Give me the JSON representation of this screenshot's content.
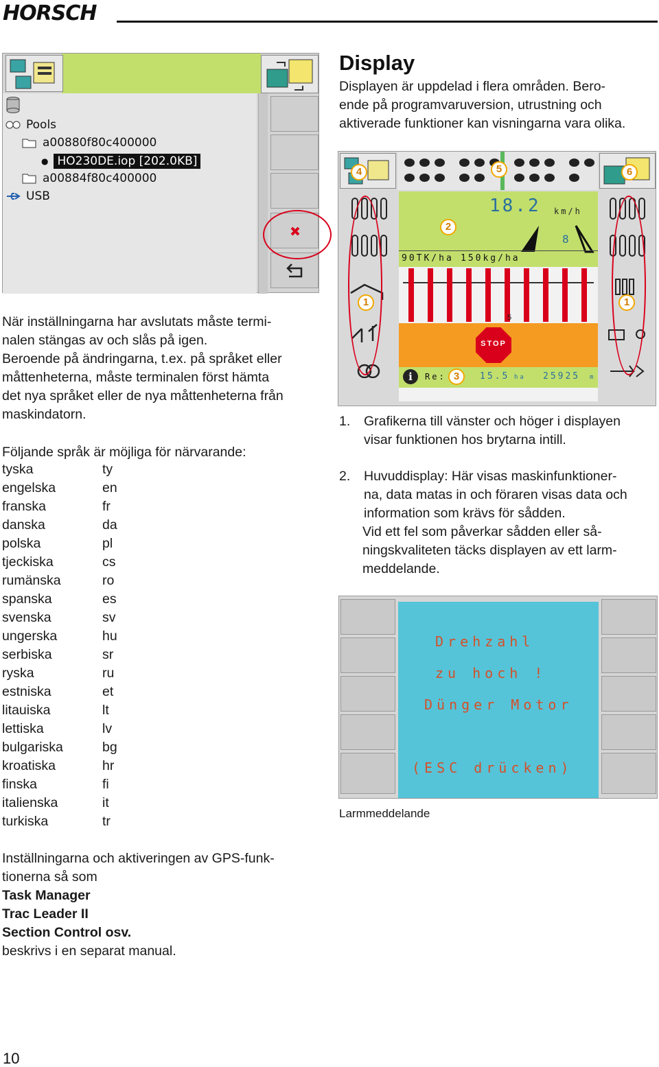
{
  "header": {
    "logo": "HORSCH"
  },
  "file_screen": {
    "pools_label": "Pools",
    "folder1": "a00880f80c400000",
    "selected_file": "HO230DE.iop [202.0KB]",
    "folder2": "a00884f80c400000",
    "usb_label": "USB"
  },
  "section": {
    "title": "Display",
    "intro_lines": [
      "Displayen är uppdelad i flera områden. Bero-",
      "ende på programvaruversion, utrustning och",
      "aktiverade funktioner kan visningarna vara olika."
    ]
  },
  "left_para_lines": [
    "När inställningarna har avslutats måste termi-",
    "nalen stängas av och slås på igen.",
    "Beroende på ändringarna, t.ex. på språket eller",
    "måttenheterna, måste terminalen först hämta",
    "det nya språket eller de nya måttenheterna från",
    "maskindatorn."
  ],
  "languages_intro": "Följande språk är möjliga för närvarande:",
  "languages": [
    {
      "name": "tyska",
      "code": "ty"
    },
    {
      "name": "engelska",
      "code": "en"
    },
    {
      "name": "franska",
      "code": "fr"
    },
    {
      "name": "danska",
      "code": "da"
    },
    {
      "name": "polska",
      "code": "pl"
    },
    {
      "name": "tjeckiska",
      "code": "cs"
    },
    {
      "name": "rumänska",
      "code": "ro"
    },
    {
      "name": "spanska",
      "code": "es"
    },
    {
      "name": "svenska",
      "code": "sv"
    },
    {
      "name": "ungerska",
      "code": "hu"
    },
    {
      "name": "serbiska",
      "code": "sr"
    },
    {
      "name": "ryska",
      "code": "ru"
    },
    {
      "name": "estniska",
      "code": "et"
    },
    {
      "name": "litauiska",
      "code": "lt"
    },
    {
      "name": "lettiska",
      "code": "lv"
    },
    {
      "name": "bulgariska",
      "code": "bg"
    },
    {
      "name": "kroatiska",
      "code": "hr"
    },
    {
      "name": "finska",
      "code": "fi"
    },
    {
      "name": "italienska",
      "code": "it"
    },
    {
      "name": "turkiska",
      "code": "tr"
    }
  ],
  "main_display": {
    "badges": [
      "4",
      "5",
      "6",
      "2",
      "1",
      "1",
      "3"
    ],
    "speed_value": "18.2",
    "speed_unit": "km/h",
    "small_value": "8",
    "rate1": "90TK/ha",
    "rate2": "150kg/ha",
    "bar_label": "5",
    "stop_label": "STOP",
    "info_prefix": "Re:",
    "area": "15.5",
    "area_unit": "ha",
    "distance": "25925",
    "distance_unit": "m"
  },
  "numbered_list": [
    {
      "num": "1.",
      "lines": [
        "Grafikerna till vänster och höger i displayen",
        "visar funktionen hos brytarna intill."
      ]
    },
    {
      "num": "2.",
      "lines": [
        "Huvuddisplay: Här visas maskinfunktioner-",
        "na, data matas in och föraren visas data och",
        "information som krävs för sådden."
      ]
    }
  ],
  "alarm_note_lines": [
    "Vid ett fel som påverkar sådden eller så-",
    "ningskvaliteten täcks displayen av ett larm-",
    "meddelande."
  ],
  "alarm": {
    "line1": "Drehzahl",
    "line2": "zu hoch !",
    "line3": "Dünger Motor",
    "line4": "(ESC drücken)",
    "caption": "Larmmeddelande"
  },
  "gps": {
    "line1": "Inställningarna och aktiveringen av GPS-funk-",
    "line2": "tionerna så som",
    "bold1": "Task Manager",
    "bold2": "Trac Leader II",
    "bold3": "Section Control osv.",
    "line3": "beskrivs i en separat manual."
  },
  "page_number": "10",
  "colors": {
    "display_green": "#c2df6c",
    "orange": "#f59b22",
    "alarm_cyan": "#56c4d8",
    "highlight_red": "#d9001b",
    "badge_orange": "#f2a800"
  }
}
